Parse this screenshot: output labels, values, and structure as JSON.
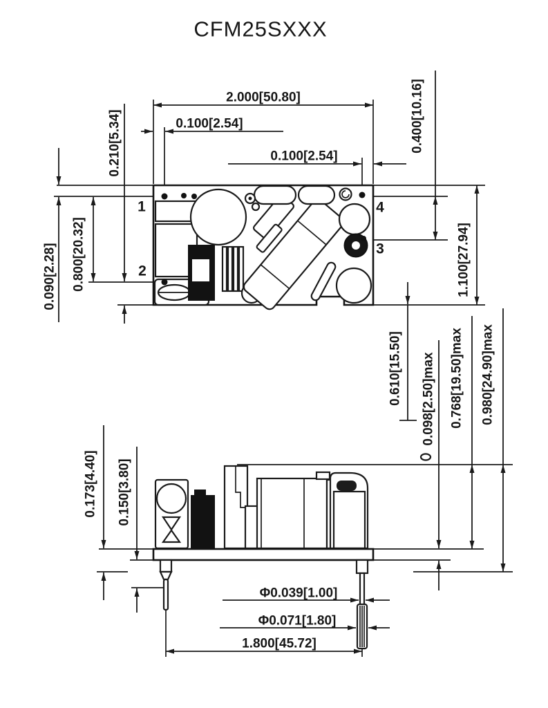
{
  "title": "CFM25SXXX",
  "colors": {
    "ink": "#1a1a1a",
    "background": "#ffffff"
  },
  "top_view": {
    "pins": {
      "p1": "1",
      "p2": "2",
      "p3": "3",
      "p4": "4"
    },
    "dims": {
      "board_width": "2.000[50.80]",
      "pin_col_left": "0.100[2.54]",
      "pin_col_right": "0.100[2.54]",
      "pin4_to_pin3": "0.400[10.16]",
      "top_edge_to_pin1": "0.090[2.28]",
      "pin1_to_pin2": "0.800[20.32]",
      "pin2_to_bottom_edge": "0.210[5.34]",
      "board_height": "1.100[27.94]"
    }
  },
  "side_view": {
    "dims": {
      "standoff_height": "0.173[4.40]",
      "pin_shoulder_length": "0.150[3.80]",
      "component_height_mid": "0.610[15.50]",
      "pcb_thickness": "0.098[2.50]max",
      "component_height_max": "0.768[19.50]max",
      "overall_height_max": "0.980[24.90]max",
      "pin_diameter_small": "Φ0.039[1.00]",
      "pin_diameter_large": "Φ0.071[1.80]",
      "pin_span": "1.800[45.72]"
    }
  }
}
